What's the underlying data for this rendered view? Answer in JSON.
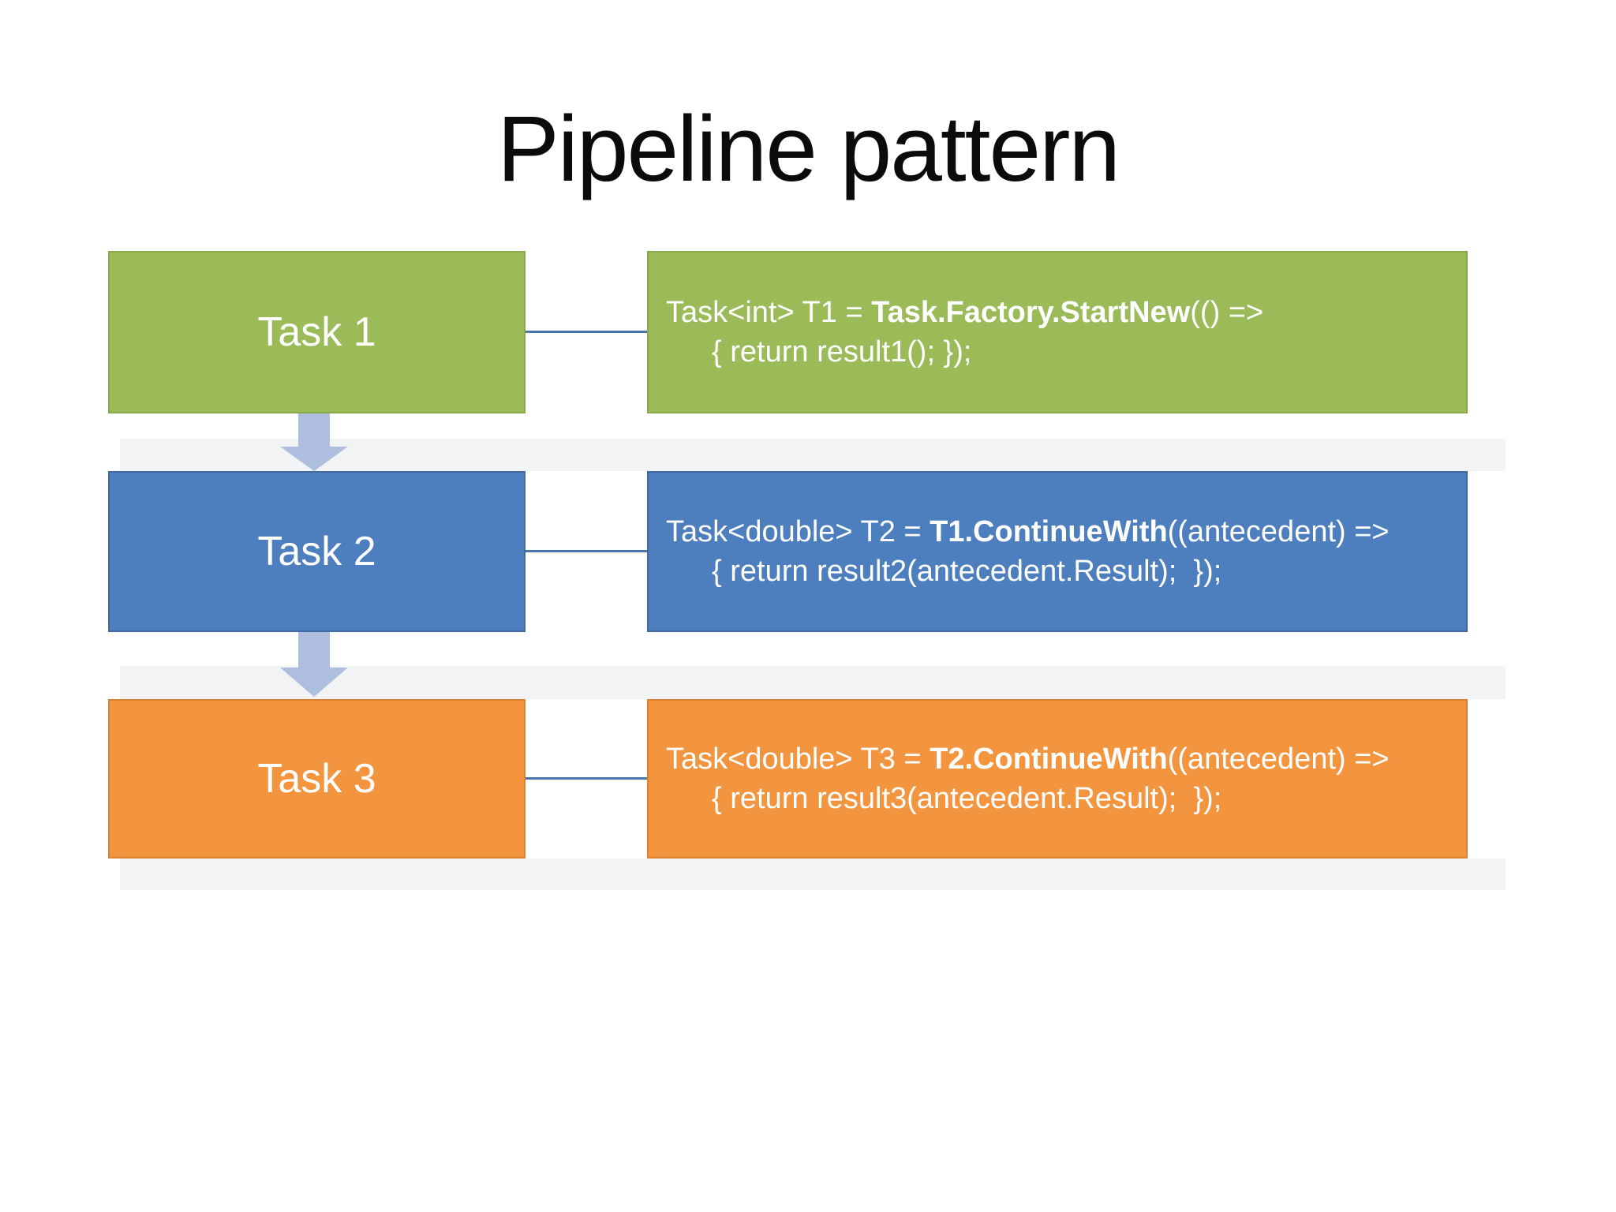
{
  "title": "Pipeline pattern",
  "colors": {
    "background": "#ffffff",
    "title_text": "#0b0b0b",
    "green_fill": "#9bba58",
    "green_border": "#8aa94c",
    "blue_fill": "#4d7ebd",
    "blue_border": "#44699e",
    "orange_fill": "#f3953e",
    "orange_border": "#dd8230",
    "arrow": "#aebede",
    "connector_line": "#4a76ab",
    "shadow_band": "#f2f3f5",
    "box_text": "#ffffff"
  },
  "rows": [
    {
      "label": "Task 1",
      "code": {
        "line1_pre": "Task<int> T1 = ",
        "line1_bold": "Task.Factory.StartNew",
        "line1_post": "(() =>",
        "line2": "{ return result1(); });"
      }
    },
    {
      "label": "Task 2",
      "code": {
        "line1_pre": "Task<double> T2 = ",
        "line1_bold": "T1.ContinueWith",
        "line1_post": "((antecedent) =>",
        "line2": "{ return result2(antecedent.Result);  });"
      }
    },
    {
      "label": "Task 3",
      "code": {
        "line1_pre": "Task<double> T3 = ",
        "line1_bold": "T2.ContinueWith",
        "line1_post": "((antecedent) =>",
        "line2": "{ return result3(antecedent.Result);  });"
      }
    }
  ]
}
